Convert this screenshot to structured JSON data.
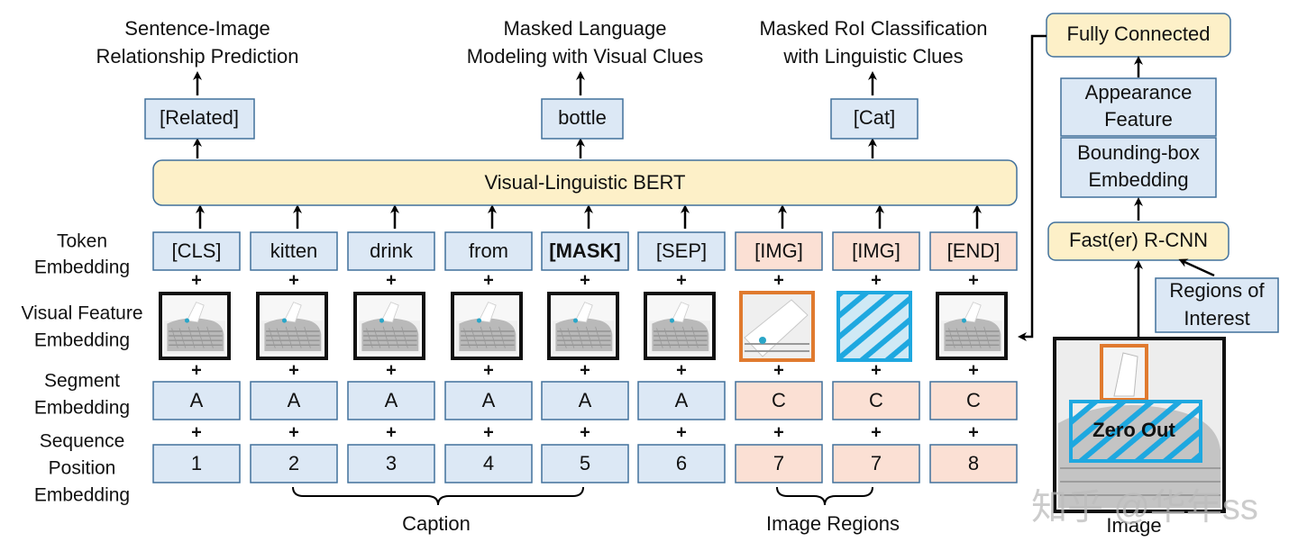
{
  "row_labels": {
    "token": [
      "Token",
      "Embedding"
    ],
    "visual": [
      "Visual Feature",
      "Embedding"
    ],
    "segment": [
      "Segment",
      "Embedding"
    ],
    "position": [
      "Sequence",
      "Position",
      "Embedding"
    ]
  },
  "tokens": [
    "[CLS]",
    "kitten",
    "drink",
    "from",
    "[MASK]",
    "[SEP]",
    "[IMG]",
    "[IMG]",
    "[END]"
  ],
  "segments": [
    "A",
    "A",
    "A",
    "A",
    "A",
    "A",
    "C",
    "C",
    "C"
  ],
  "positions": [
    "1",
    "2",
    "3",
    "4",
    "5",
    "6",
    "7",
    "7",
    "8"
  ],
  "plus": "+",
  "bert_label": "Visual-Linguistic BERT",
  "outputs": [
    "[Related]",
    "bottle",
    "[Cat]"
  ],
  "tasks": [
    [
      "Sentence-Image",
      "Relationship Prediction"
    ],
    [
      "Masked Language",
      "Modeling with Visual Clues"
    ],
    [
      "Masked RoI Classification",
      "with Linguistic Clues"
    ]
  ],
  "group_labels": {
    "caption": "Caption",
    "image_regions": "Image Regions"
  },
  "pipeline": {
    "fully_connected": "Fully Connected",
    "appearance": [
      "Appearance",
      "Feature"
    ],
    "bbox": [
      "Bounding-box",
      "Embedding"
    ],
    "rcnn": "Fast(er) R-CNN",
    "roi": [
      "Regions of",
      "Interest"
    ],
    "image_label": "Image",
    "zero_out": "Zero Out"
  },
  "watermark": "知乎 @华年ss",
  "colors": {
    "text_fill": "#dce8f5",
    "image_fill": "#fbe0d4",
    "bert_fill": "#fdf0c8",
    "box_stroke": "#41719c",
    "roi_orange": "#e07a2e",
    "roi_blue": "#1ea8e0"
  },
  "icons": {
    "thumbnail": "cat-with-bottle-image",
    "arrow": "up-arrow-icon"
  }
}
